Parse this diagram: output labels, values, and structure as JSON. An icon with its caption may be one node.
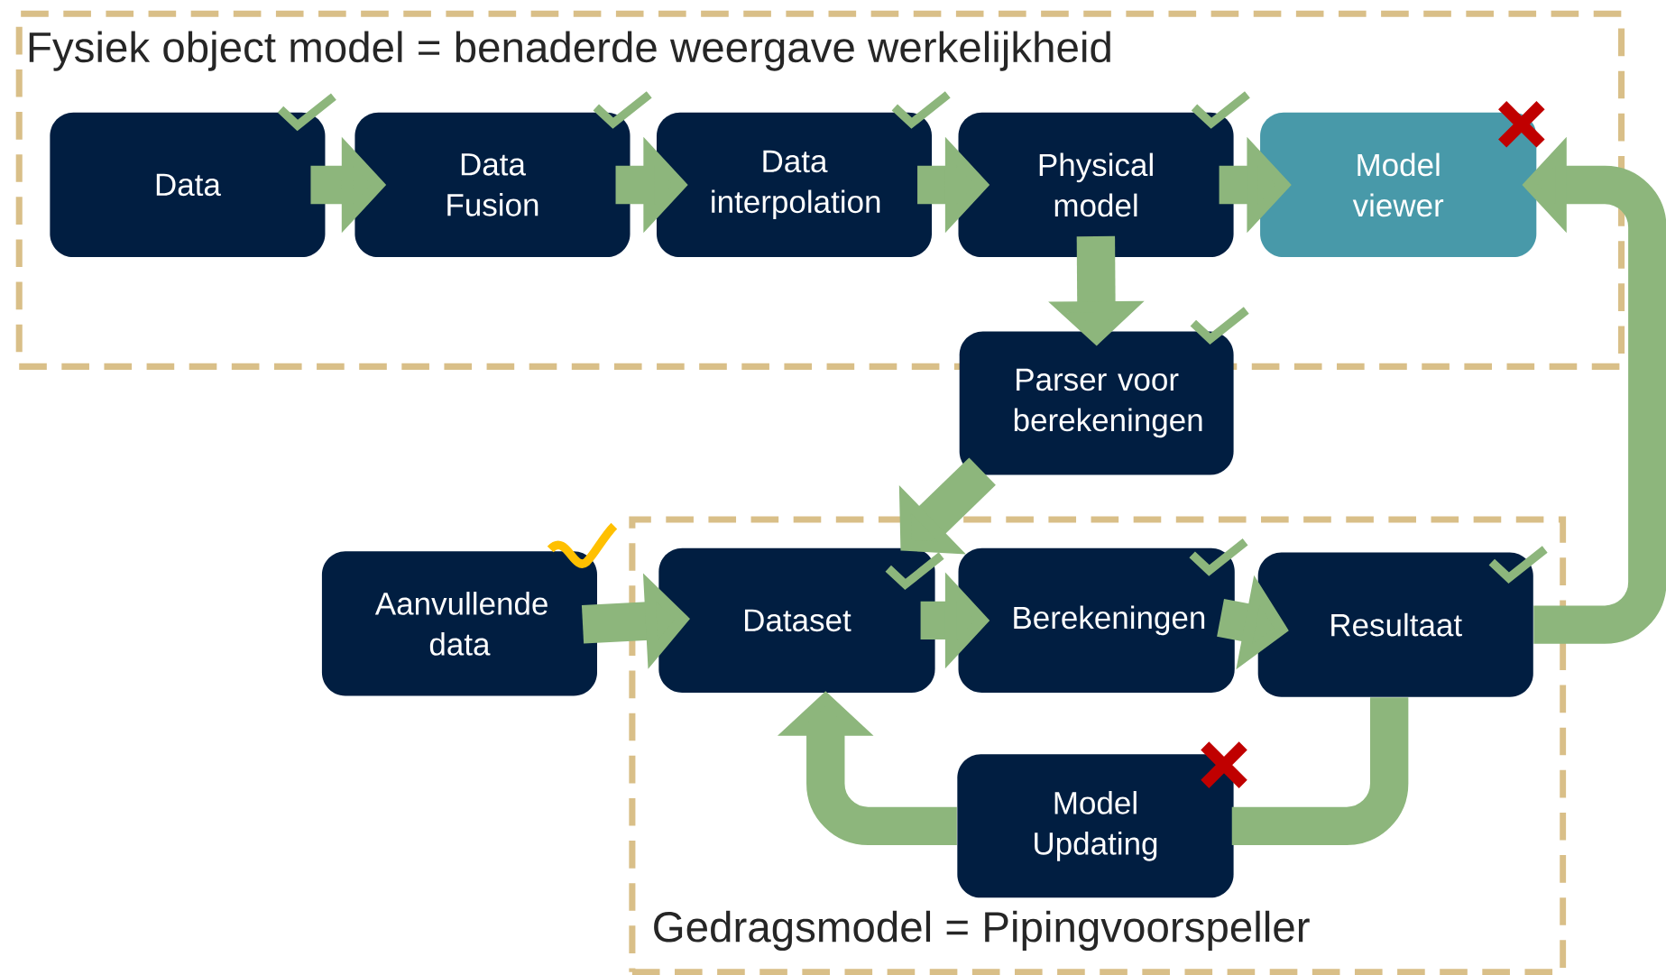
{
  "diagram": {
    "nodes": [
      {
        "text": [
          "Fysiek object model = benaderde weergave werkelijkheid"
        ]
      },
      {
        "text": [
          "Data"
        ],
        "in": 0
      },
      {
        "text": [
          "Data Fusion"
        ],
        "in": 0
      },
      {
        "text": [
          "Data interpolation"
        ],
        "in": 0
      },
      {
        "text": [
          "Physical model"
        ],
        "in": 0
      },
      {
        "text": [
          "Model viewer"
        ],
        "in": 0
      },
      {
        "text": [
          "Parser voor berekeningen"
        ]
      },
      {
        "text": [
          "Gedragsmodel = Pipingvoorspeller"
        ]
      },
      {
        "text": [
          "Aanvullende data"
        ]
      },
      {
        "text": [
          "Dataset"
        ],
        "in": 7
      },
      {
        "text": [
          "Berekeningen"
        ],
        "in": 7
      },
      {
        "text": [
          "Resultaat"
        ],
        "in": 7
      },
      {
        "text": [
          "Model Updating"
        ],
        "in": 7
      }
    ],
    "edges": [
      {
        "from": 1,
        "to": 2,
        "arrow": "to"
      },
      {
        "from": 2,
        "to": 3,
        "arrow": "to"
      },
      {
        "from": 3,
        "to": 4,
        "arrow": "to"
      },
      {
        "from": 4,
        "to": 5,
        "arrow": "to"
      },
      {
        "from": 4,
        "to": 6,
        "arrow": "to"
      },
      {
        "from": 6,
        "to": 9,
        "arrow": "to"
      },
      {
        "from": 8,
        "to": 9,
        "arrow": "to"
      },
      {
        "from": 9,
        "to": 10,
        "arrow": "to"
      },
      {
        "from": 10,
        "to": 11,
        "arrow": "to"
      },
      {
        "from": 11,
        "to": 5,
        "arrow": "to"
      },
      {
        "from": 11,
        "to": 12,
        "arrow": "none"
      },
      {
        "from": 12,
        "to": 9,
        "arrow": "to"
      }
    ]
  }
}
